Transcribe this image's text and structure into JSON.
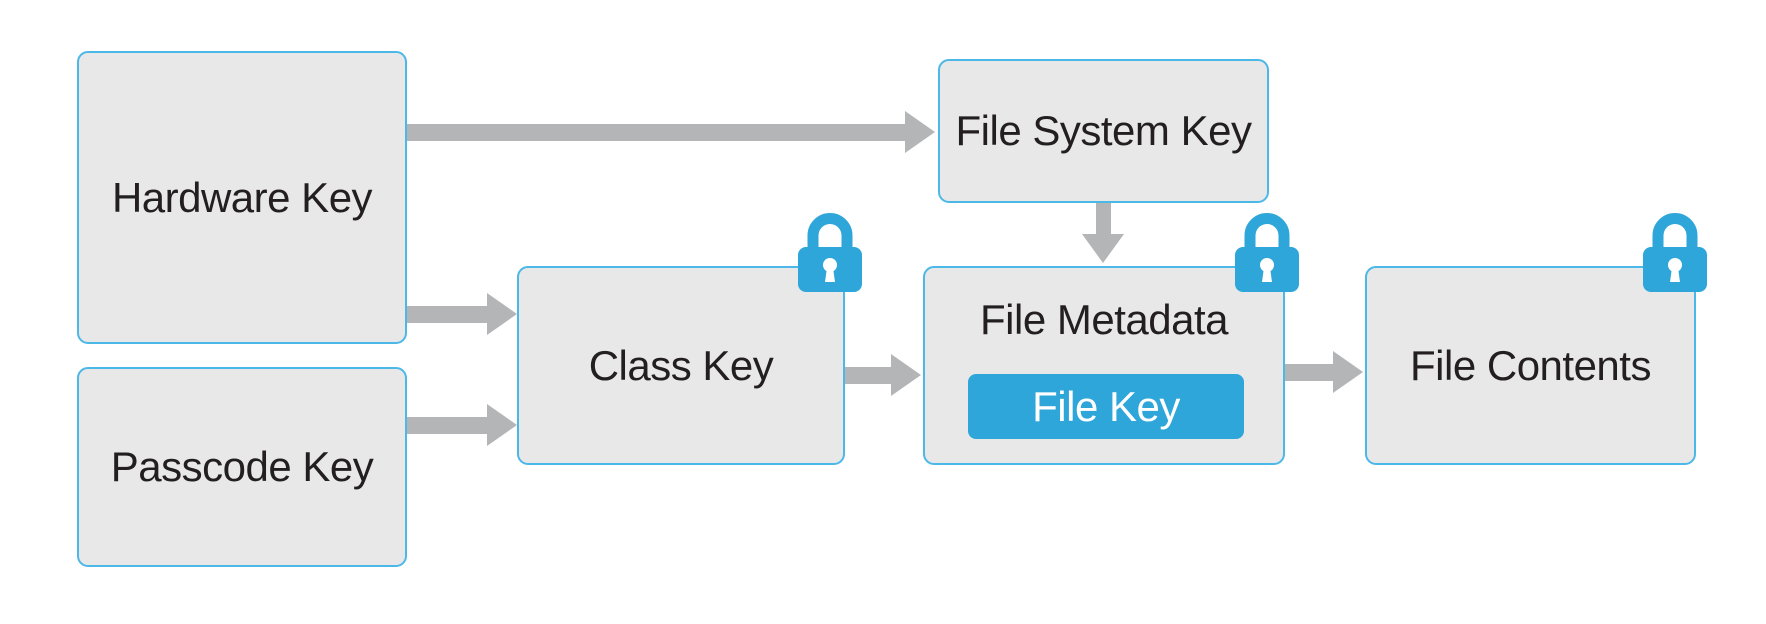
{
  "diagram": {
    "nodes": {
      "hardware_key": {
        "label": "Hardware Key",
        "locked": false
      },
      "passcode_key": {
        "label": "Passcode Key",
        "locked": false
      },
      "class_key": {
        "label": "Class Key",
        "locked": true
      },
      "file_system_key": {
        "label": "File System Key",
        "locked": false
      },
      "file_metadata": {
        "label": "File Metadata",
        "locked": true
      },
      "file_key": {
        "label": "File Key"
      },
      "file_contents": {
        "label": "File Contents",
        "locked": true
      }
    },
    "edges": [
      {
        "from": "Hardware Key",
        "to": "File System Key"
      },
      {
        "from": "Hardware Key",
        "to": "Class Key"
      },
      {
        "from": "Passcode Key",
        "to": "Class Key"
      },
      {
        "from": "Class Key",
        "to": "File Metadata"
      },
      {
        "from": "File System Key",
        "to": "File Metadata"
      },
      {
        "from": "File Metadata",
        "to": "File Contents"
      }
    ],
    "icons": {
      "lock": "lock-icon"
    },
    "colors": {
      "background": "#ffffff",
      "node_fill": "#e8e8e9",
      "node_border": "#4cb8e8",
      "arrow_gray": "#b4b5b7",
      "accent_blue": "#2fa6d9",
      "label_text": "#231f20",
      "file_key_text": "#ffffff"
    }
  }
}
